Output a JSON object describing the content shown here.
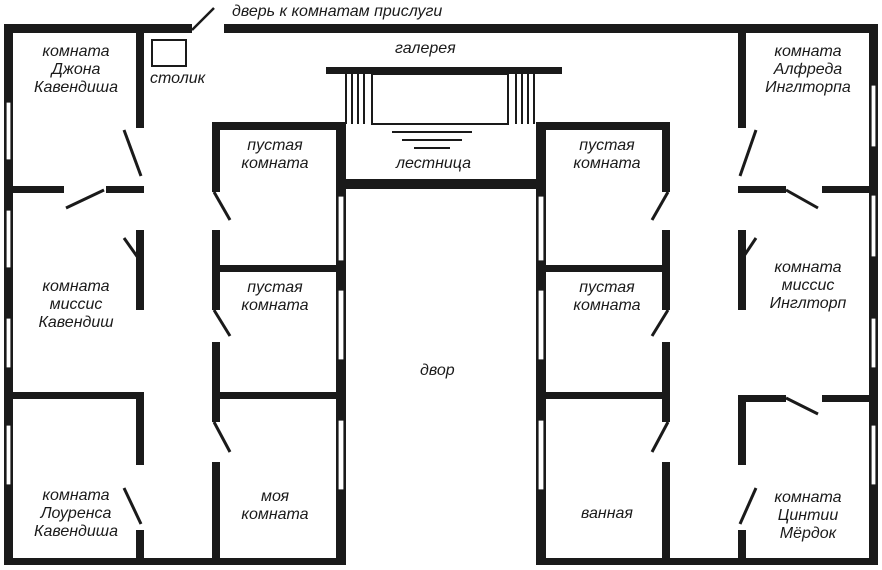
{
  "labels": {
    "servant_door": "дверь к комнатам прислуги",
    "table": "столик",
    "gallery": "галерея",
    "staircase": "лестница",
    "courtyard": "двор",
    "john_room": [
      "комната",
      "Джона",
      "Кавендиша"
    ],
    "mrs_cavendish_room": [
      "комната",
      "миссис",
      "Кавендиш"
    ],
    "lawrence_room": [
      "комната",
      "Лоуренса",
      "Кавендиша"
    ],
    "empty_room_left_1": [
      "пустая",
      "комната"
    ],
    "empty_room_left_2": [
      "пустая",
      "комната"
    ],
    "my_room": [
      "моя",
      "комната"
    ],
    "empty_room_right_1": [
      "пустая",
      "комната"
    ],
    "empty_room_right_2": [
      "пустая",
      "комната"
    ],
    "bathroom": "ванная",
    "alfred_room": [
      "комната",
      "Алфреда",
      "Инглторпа"
    ],
    "mrs_inglethorp_room": [
      "комната",
      "миссис",
      "Инглторп"
    ],
    "cynthia_room": [
      "комната",
      "Цинтии",
      "Мёрдок"
    ]
  }
}
